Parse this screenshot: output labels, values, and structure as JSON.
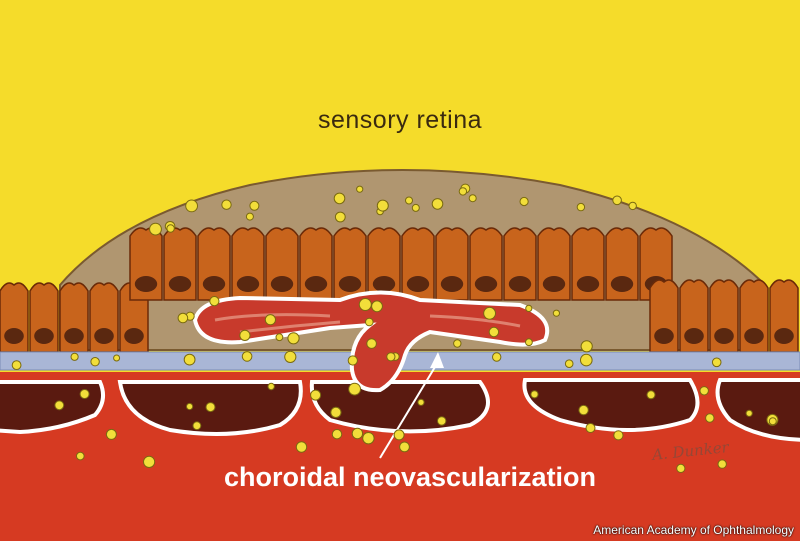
{
  "labels": {
    "top": "sensory retina",
    "bottom": "choroidal neovascularization",
    "signature": "A. Dunker",
    "credit": "American Academy of Ophthalmology"
  },
  "colors": {
    "background": "#f5dc2a",
    "retina": "#b09670",
    "rpe_cells": "#c8641c",
    "bruchs_membrane": "#a9b6d6",
    "choroid": "#d43a22",
    "vessel_outline": "#ffffff",
    "exudate": "#f2de3a"
  }
}
